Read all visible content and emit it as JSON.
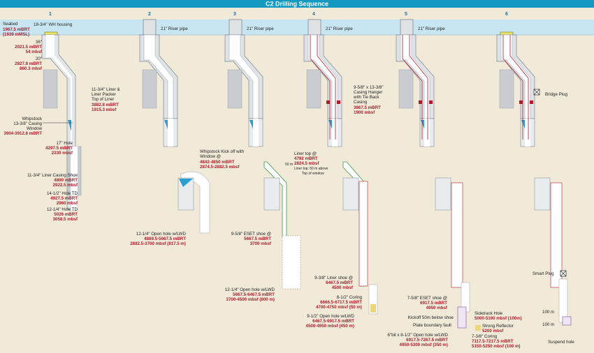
{
  "title": "C2 Drilling Sequence",
  "steps": [
    "1",
    "2",
    "3",
    "4",
    "5",
    "6"
  ],
  "colors": {
    "sea": "#c8e6f2",
    "seabed": "#f1ead9",
    "header": "#1499c0",
    "red": "#b11a2a",
    "casing": "#9aa3ac",
    "cement": "#c9cdd2",
    "green": "#3a9a48",
    "blue": "#2aa0d0"
  },
  "labels": {
    "seabed": "Seabed",
    "seabed_d1": "1967.5 mBRT",
    "seabed_d2": "(1939 mMSL)",
    "wh": "18-3/4\" WH housing",
    "c36": "36\"",
    "c36_d1": "2021.5 mBRT",
    "c36_d2": "54 mbsf",
    "c20": "20\"",
    "c20_d1": "2827.8 mBRT",
    "c20_d2": "860.3 mbsf",
    "whipstock": "Whipstock",
    "casing_window_1": "13-3/8\" Casing",
    "casing_window_2": "Window",
    "casing_window_d": "3904-3912.6 mBRT",
    "liner_1": "11-3/4\" Liner &",
    "liner_2": "Liner Packer",
    "liner_3": "Top of Liner",
    "liner_d1": "3882.8 mBRT",
    "liner_d2": "1915.3 mbsf",
    "hole17": "17\" Hole",
    "hole17_d1": "4297.5 mBRT",
    "hole17_d2": "2330 mbsf",
    "shoe1134": "11-3/4\" Liner Casing Shoe",
    "shoe1134_d1": "4890 mBRT",
    "shoe1134_d2": "2922.5 mbsf",
    "td1412": "14-1/2\" Hole TD",
    "td1412_d1": "4927.5 mBRT",
    "td1412_d2": "2960 mbsf",
    "td1214": "12-1/4\" Hole TD",
    "td1214_d1": "5026 mBRT",
    "td1214_d2": "3058.5 mbsf",
    "riser": "21\" Riser pipe",
    "kickoff_1": "Whipstock Kick off with",
    "kickoff_2": "Window @",
    "kickoff_d1": "4842-4850 mBRT",
    "kickoff_d2": "2874.5-2882.5 mbsf",
    "oh1_1": "12-1/4\" Open hole w/LWD",
    "oh1_d1": "4889.5-5667.5 mBRT",
    "oh1_d2": "2882.5-3700 mbsf (817.5 m)",
    "linertop_1": "Liner top @",
    "linertop_d1": "4792 mBRT",
    "linertop_d2": "2824.5 mbsf",
    "linertop_n1": "Liner top: 50 m above",
    "linertop_n2": "Top of window",
    "m50": "50 m",
    "eset958": "9-5/8\" ESET shoe @",
    "eset958_d1": "5667.5 mBRT",
    "eset958_d2": "3700 mbsf",
    "oh2_1": "12-1/4\" Open hole w/LWD",
    "oh2_d1": "5667.5-6467.5 mBRT",
    "oh2_d2": "3700-4500 mbsf (800 m)",
    "hanger_1": "9-5/8\" x 13-3/8\"",
    "hanger_2": "Casing Hanger",
    "hanger_3": "with Tie Back",
    "hanger_4": "Casing",
    "hanger_d1": "3867.5 mBRT",
    "hanger_d2": "1900 mbsf",
    "liner938": "9-3/8\" Liner shoe @",
    "liner938_d1": "6467.5 mBRT",
    "liner938_d2": "4500 mbsf",
    "coring812": "8-1/2\" Coring",
    "coring812_d1": "6666.5-6717.5 mBRT",
    "coring812_d2": "4700-4750 mbsf (50 m)",
    "oh3_1": "9-1/2\" Open hole w/LWD",
    "oh3_d1": "6467.5-6917.5 mBRT",
    "oh3_d2": "4500-4950 mbsf (450 m)",
    "eset758": "7-5/8\" ESET shoe @",
    "eset758_d1": "6917.5 mBRT",
    "eset758_d2": "4950 mbsf",
    "sidetrack": "Sidetrack Hole",
    "sidetrack_d": "5000-5100 mbsf (100m)",
    "kickoff50": "Kickoff 50m below shoe",
    "plate": "Plate boundary fault",
    "reflector": "Strong Reflector",
    "reflector_d": "5200 mbsf",
    "oh4_1": "6\"bit x 8-1/2\" Open hole w/LWD",
    "oh4_d1": "6917.5-7267.5 mBRT",
    "oh4_d2": "4950-5300 mbsf (350 m)",
    "coring738": "7-3/8\" Coring",
    "coring738_d1": "7117.5-7217.5 mBRT",
    "coring738_d2": "5150-5250 mbsf (100 m)",
    "bridge": "Bridge Plug",
    "smart": "Smart Plug",
    "m100a": "100 m",
    "m100b": "100 m",
    "suspend": "Suspend hole"
  }
}
